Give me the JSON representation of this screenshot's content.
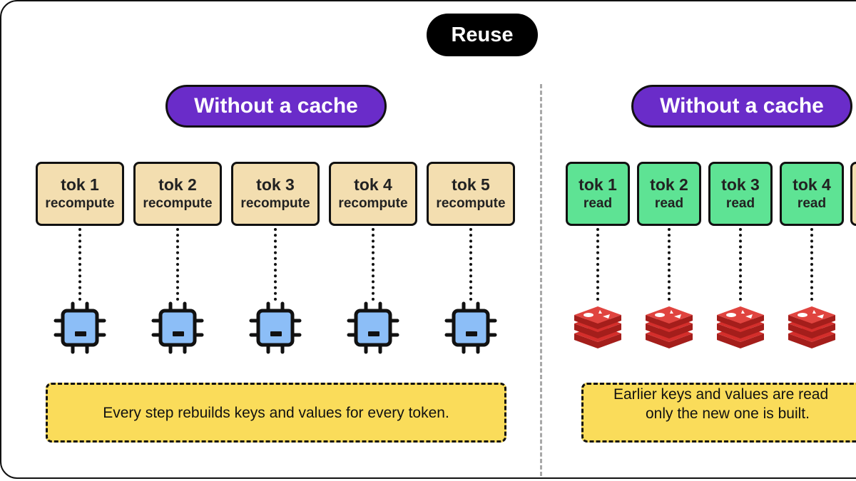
{
  "header": {
    "title": "Reuse"
  },
  "left": {
    "label": "Without a cache",
    "tokens": [
      {
        "name": "tok 1",
        "action": "recompute"
      },
      {
        "name": "tok 2",
        "action": "recompute"
      },
      {
        "name": "tok 3",
        "action": "recompute"
      },
      {
        "name": "tok 4",
        "action": "recompute"
      },
      {
        "name": "tok 5",
        "action": "recompute"
      }
    ],
    "note": "Every step rebuilds keys and values for every token.",
    "icon": "cpu-chip-icon"
  },
  "right": {
    "label": "Without a cache",
    "tokens": [
      {
        "name": "tok 1",
        "action": "read"
      },
      {
        "name": "tok 2",
        "action": "read"
      },
      {
        "name": "tok 3",
        "action": "read"
      },
      {
        "name": "tok 4",
        "action": "read"
      }
    ],
    "note_line1": "Earlier keys and values are read",
    "note_line2": "only the new one is built.",
    "icon": "redis-cache-icon"
  },
  "colors": {
    "purple": "#6a2cc9",
    "compute_box": "#f3deb0",
    "read_box": "#5ee394",
    "note": "#fadc5a",
    "chip": "#8cbef7",
    "cache": "#d42e2b"
  }
}
